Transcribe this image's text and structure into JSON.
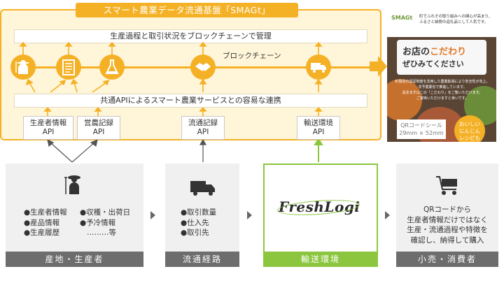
{
  "platform": {
    "title": "スマート農業データ流通基盤「SMAGt」",
    "management_bar": "生産過程と取引状況をブロックチェーンで管理",
    "api_bar": "共通APIによるスマート農業サービスとの容易な連携",
    "blockchain_label": "ブロックチェーン"
  },
  "apis": [
    {
      "line1": "生産者情報",
      "line2": "API"
    },
    {
      "line1": "営農記録",
      "line2": "API"
    },
    {
      "line1": "流通記録",
      "line2": "API"
    },
    {
      "line1": "輸送環境",
      "line2": "API"
    }
  ],
  "cards": {
    "origin": {
      "label": "産地・生産者",
      "col1": [
        "●生産者情報",
        "●産品情報",
        "●生産履歴"
      ],
      "col2": [
        "●収穫・出荷日",
        "●予冷情報",
        "………等"
      ]
    },
    "distribution": {
      "label": "流通経路",
      "items": [
        "●取引数量",
        "●仕入先",
        "●取引先"
      ]
    },
    "transport": {
      "label": "輸送環境",
      "logo": "FreshLogi"
    },
    "retail": {
      "label": "小売・消費者",
      "lines": [
        "QRコードから",
        "生産者情報だけではなく",
        "生産・流通過程や特徴を",
        "確認し、納得して購入"
      ]
    }
  },
  "poster": {
    "brand": "SMAGt",
    "top_text1": "町でふれその取り組みへの関心が高まり、",
    "top_text2": "ふるさと納税の返礼品として人気です。",
    "title_line1": "お店の",
    "title_accent": "こだわり",
    "title_line2": "ぜひみてください",
    "body1": "町独自の認証制度を活用した農薬削減により安全性が向上。",
    "body2": "非予農業省で推進しています。",
    "body3": "是非まずはこの「こだわり」をご覧いただけます。",
    "body4": "ご賞味いただけますと幸いです。",
    "qr_line1": "QRコードシール",
    "qr_line2": "29mm × 52mm",
    "badge1": "おいしい",
    "badge2": "にんじん",
    "badge3": "レシピも"
  },
  "colors": {
    "accent": "#f5b125",
    "panel": "#fff5d9",
    "green": "#8cc63f",
    "gray_label": "#6d6d6d"
  },
  "icons": [
    "farmer-icon",
    "checklist-icon",
    "flask-icon",
    "handshake-icon",
    "truck-icon",
    "shopping-cart-icon"
  ]
}
